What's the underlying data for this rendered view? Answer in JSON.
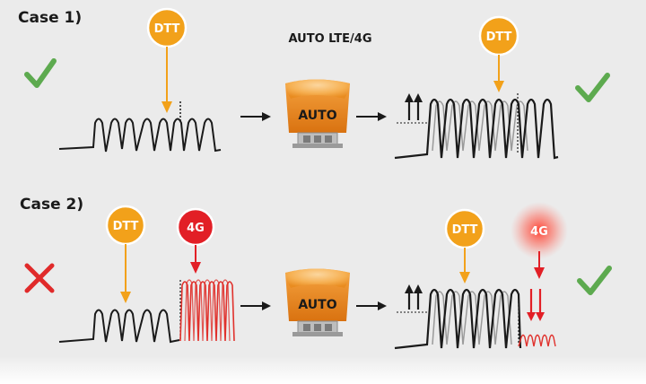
{
  "title": "AUTO LTE/4G",
  "cases": [
    {
      "label": "Case 1)",
      "result": "ok"
    },
    {
      "label": "Case 2)",
      "result": "fail"
    }
  ],
  "badges": {
    "dtt": "DTT",
    "lte": "4G"
  },
  "device_label": "AUTO",
  "colors": {
    "dtt_badge": "#f2a11a",
    "lte_badge": "#e21f26",
    "check": "#5daa4f",
    "cross": "#e02a2a",
    "device_body": "#ef8a1c",
    "signal": "#1a1a1a",
    "lte_signal": "#e0312c"
  },
  "icons": [
    "check-icon",
    "cross-icon",
    "arrow-right-icon",
    "arrow-up-icon",
    "arrow-down-icon"
  ]
}
